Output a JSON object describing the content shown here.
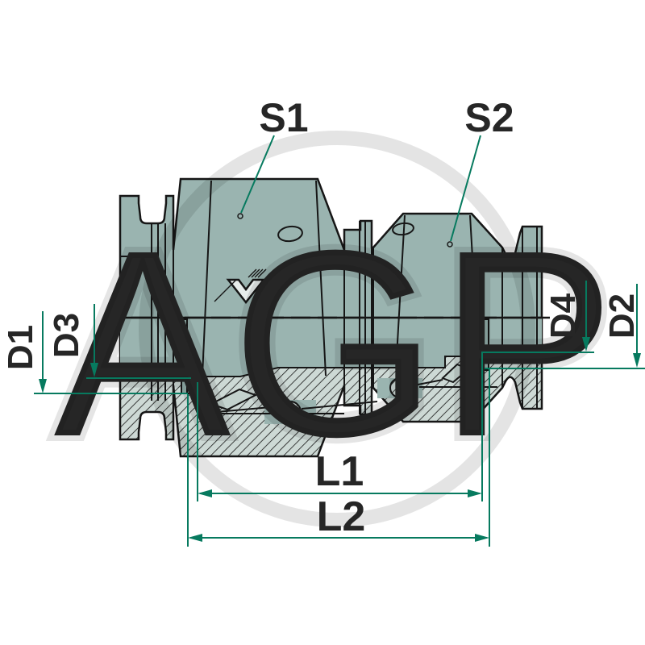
{
  "labels": {
    "s1": "S1",
    "s2": "S2",
    "d1": "D1",
    "d3": "D3",
    "d4": "D4",
    "d2": "D2",
    "l1": "L1",
    "l2": "L2"
  },
  "watermark": {
    "text": "AGP"
  },
  "colors": {
    "body_fill": "#9ab4b0",
    "section_fill": "#cdd9d5",
    "detail_fill": "#c3d2cd",
    "outline": "#161616",
    "dimension_line": "#077a5f",
    "label_text": "#262626",
    "watermark_gray": "#d9d9d9"
  }
}
